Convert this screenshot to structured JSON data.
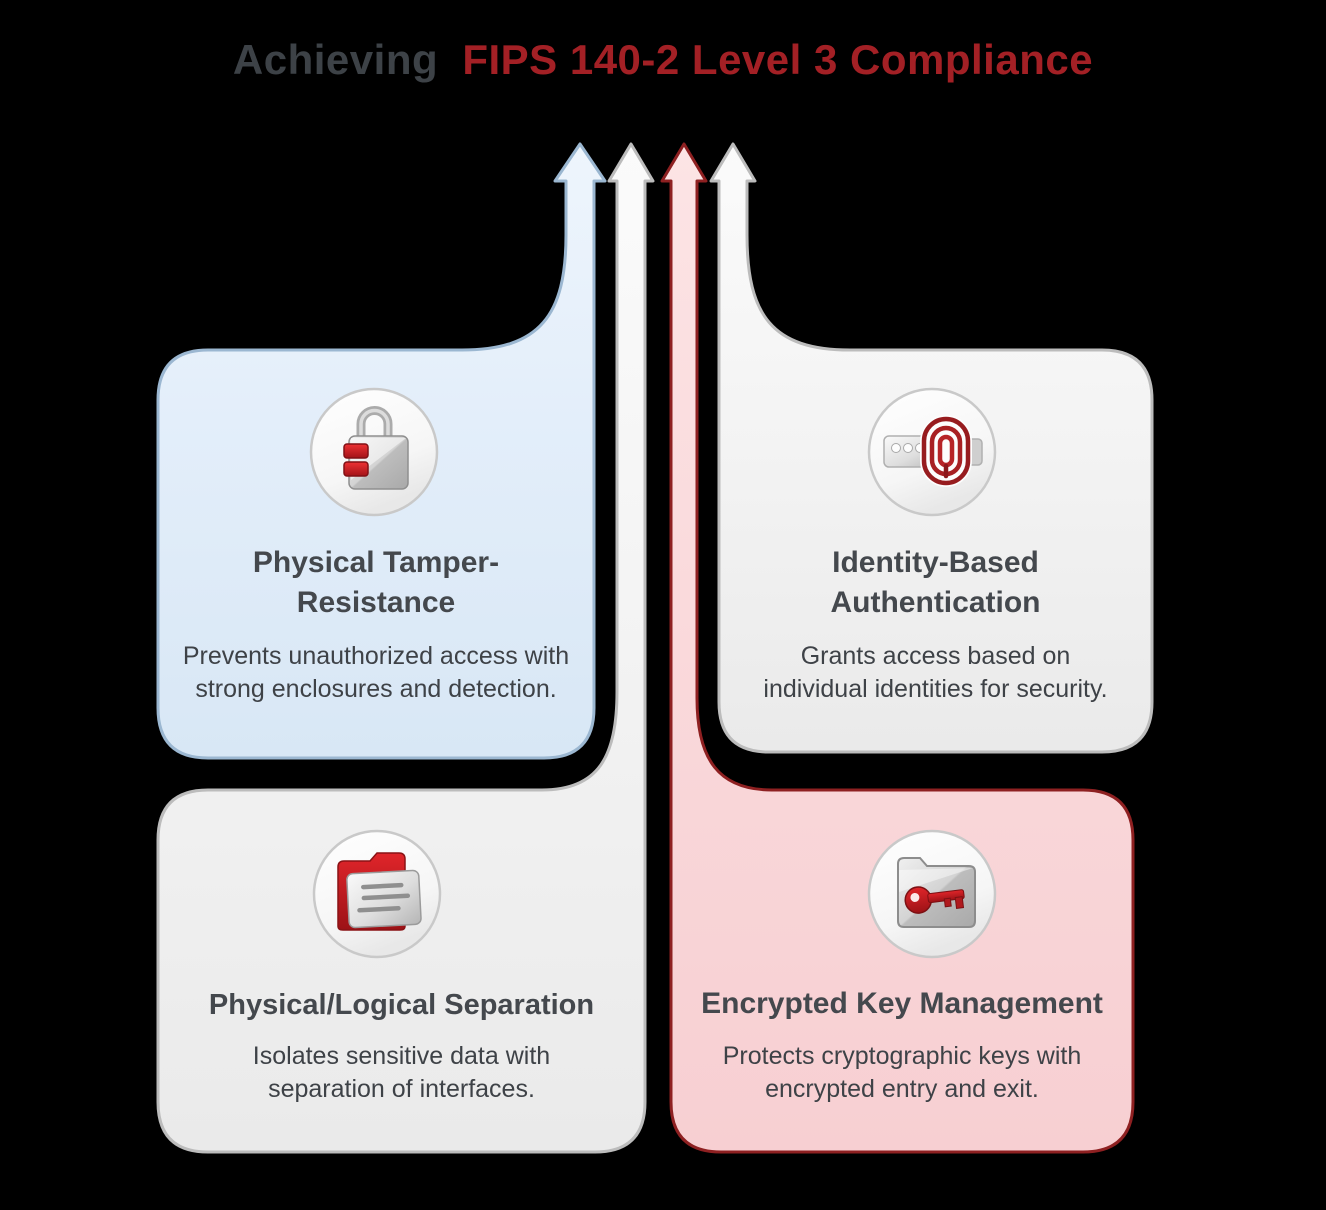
{
  "page": {
    "background": "#000000"
  },
  "title": {
    "text_dark": "Achieving",
    "text_red": "FIPS 140-2 Level 3 Compliance",
    "dark_color": "#3d4247",
    "red_color": "#a32025"
  },
  "cards": [
    {
      "name": "physical-tamper-resistance",
      "icon": "lock-icon",
      "title_lines": [
        "Physical Tamper-",
        "Resistance"
      ],
      "desc_lines": [
        "Prevents unauthorized access with",
        "strong enclosures and detection."
      ],
      "fill": "#e3eefa",
      "border": "#9bb7d1"
    },
    {
      "name": "identity-based-authentication",
      "icon": "fingerprint-icon",
      "title_lines": [
        "Identity-Based",
        "Authentication"
      ],
      "desc_lines": [
        "Grants access based on",
        "individual identities for security."
      ],
      "fill": "#f3f3f3",
      "border": "#bcbcbc"
    },
    {
      "name": "physical-logical-separation",
      "icon": "folder-icon",
      "title_lines": [
        "Physical/Logical Separation"
      ],
      "desc_lines": [
        "Isolates sensitive data with",
        "separation of interfaces."
      ],
      "fill": "#f3f3f3",
      "border": "#bcbcbc"
    },
    {
      "name": "encrypted-key-management",
      "icon": "key-icon",
      "title_lines": [
        "Protects cryptographic keys with",
        "encrypted entry and exit."
      ],
      "title_line": "Encrypted Key Management",
      "desc_lines": [
        "Protects cryptographic keys with",
        "encrypted entry and exit."
      ],
      "fill": "#fadbdd",
      "border": "#8e2021"
    }
  ]
}
